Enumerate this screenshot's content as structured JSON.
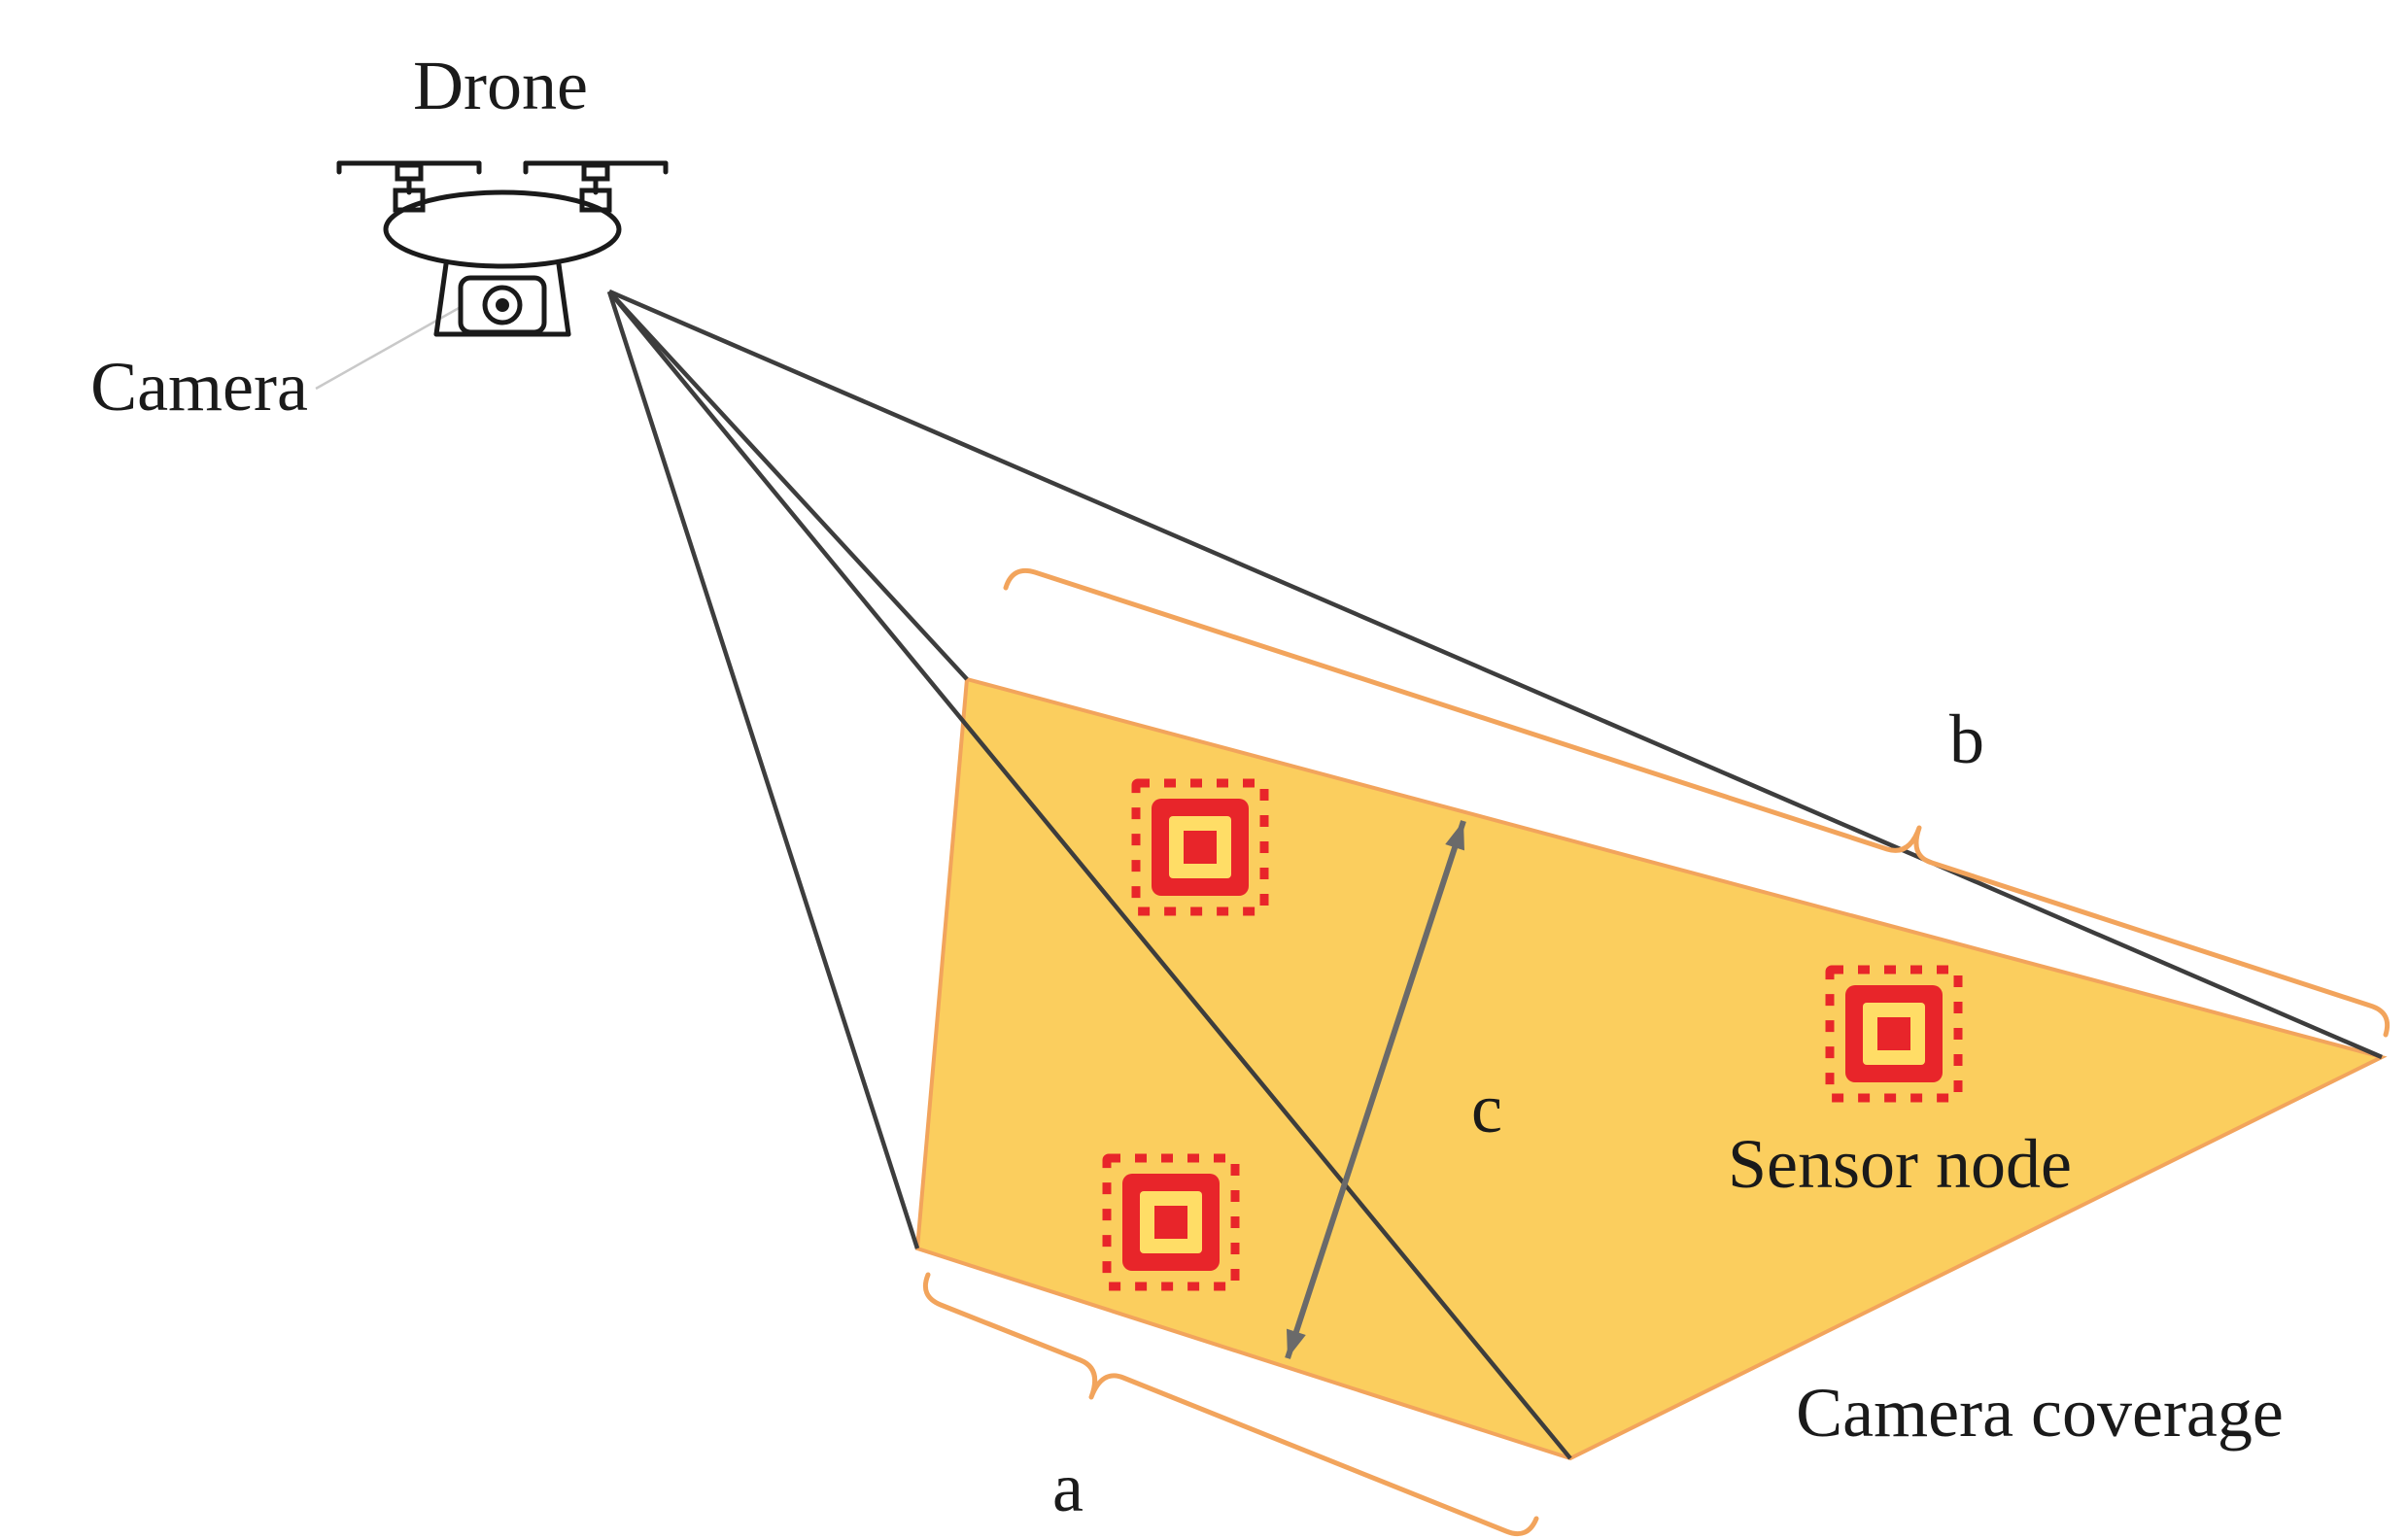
{
  "figure": {
    "labels": {
      "drone": "Drone",
      "camera": "Camera",
      "sensor_node": "Sensor node",
      "camera_coverage": "Camera coverage",
      "dim_a": "a",
      "dim_b": "b",
      "dim_c": "c"
    },
    "colors": {
      "coverage_fill": "#FBCE5E",
      "coverage_stroke": "#F2A45C",
      "brace": "#F2A45C",
      "chip_red": "#E8252A",
      "chip_inner": "#FFDD66",
      "frustum_line": "#3D3D3D",
      "arrow": "#6A6A6A",
      "drone_outline": "#1A1A1A",
      "connector": "#C9C9C9",
      "background": "#FFFFFF"
    },
    "icons": {
      "drone_icon": "quadcopter line drawing",
      "camera_icon": "camera housing with round lens",
      "sensor_chip_icon": "red microchip with pin dashes"
    }
  }
}
